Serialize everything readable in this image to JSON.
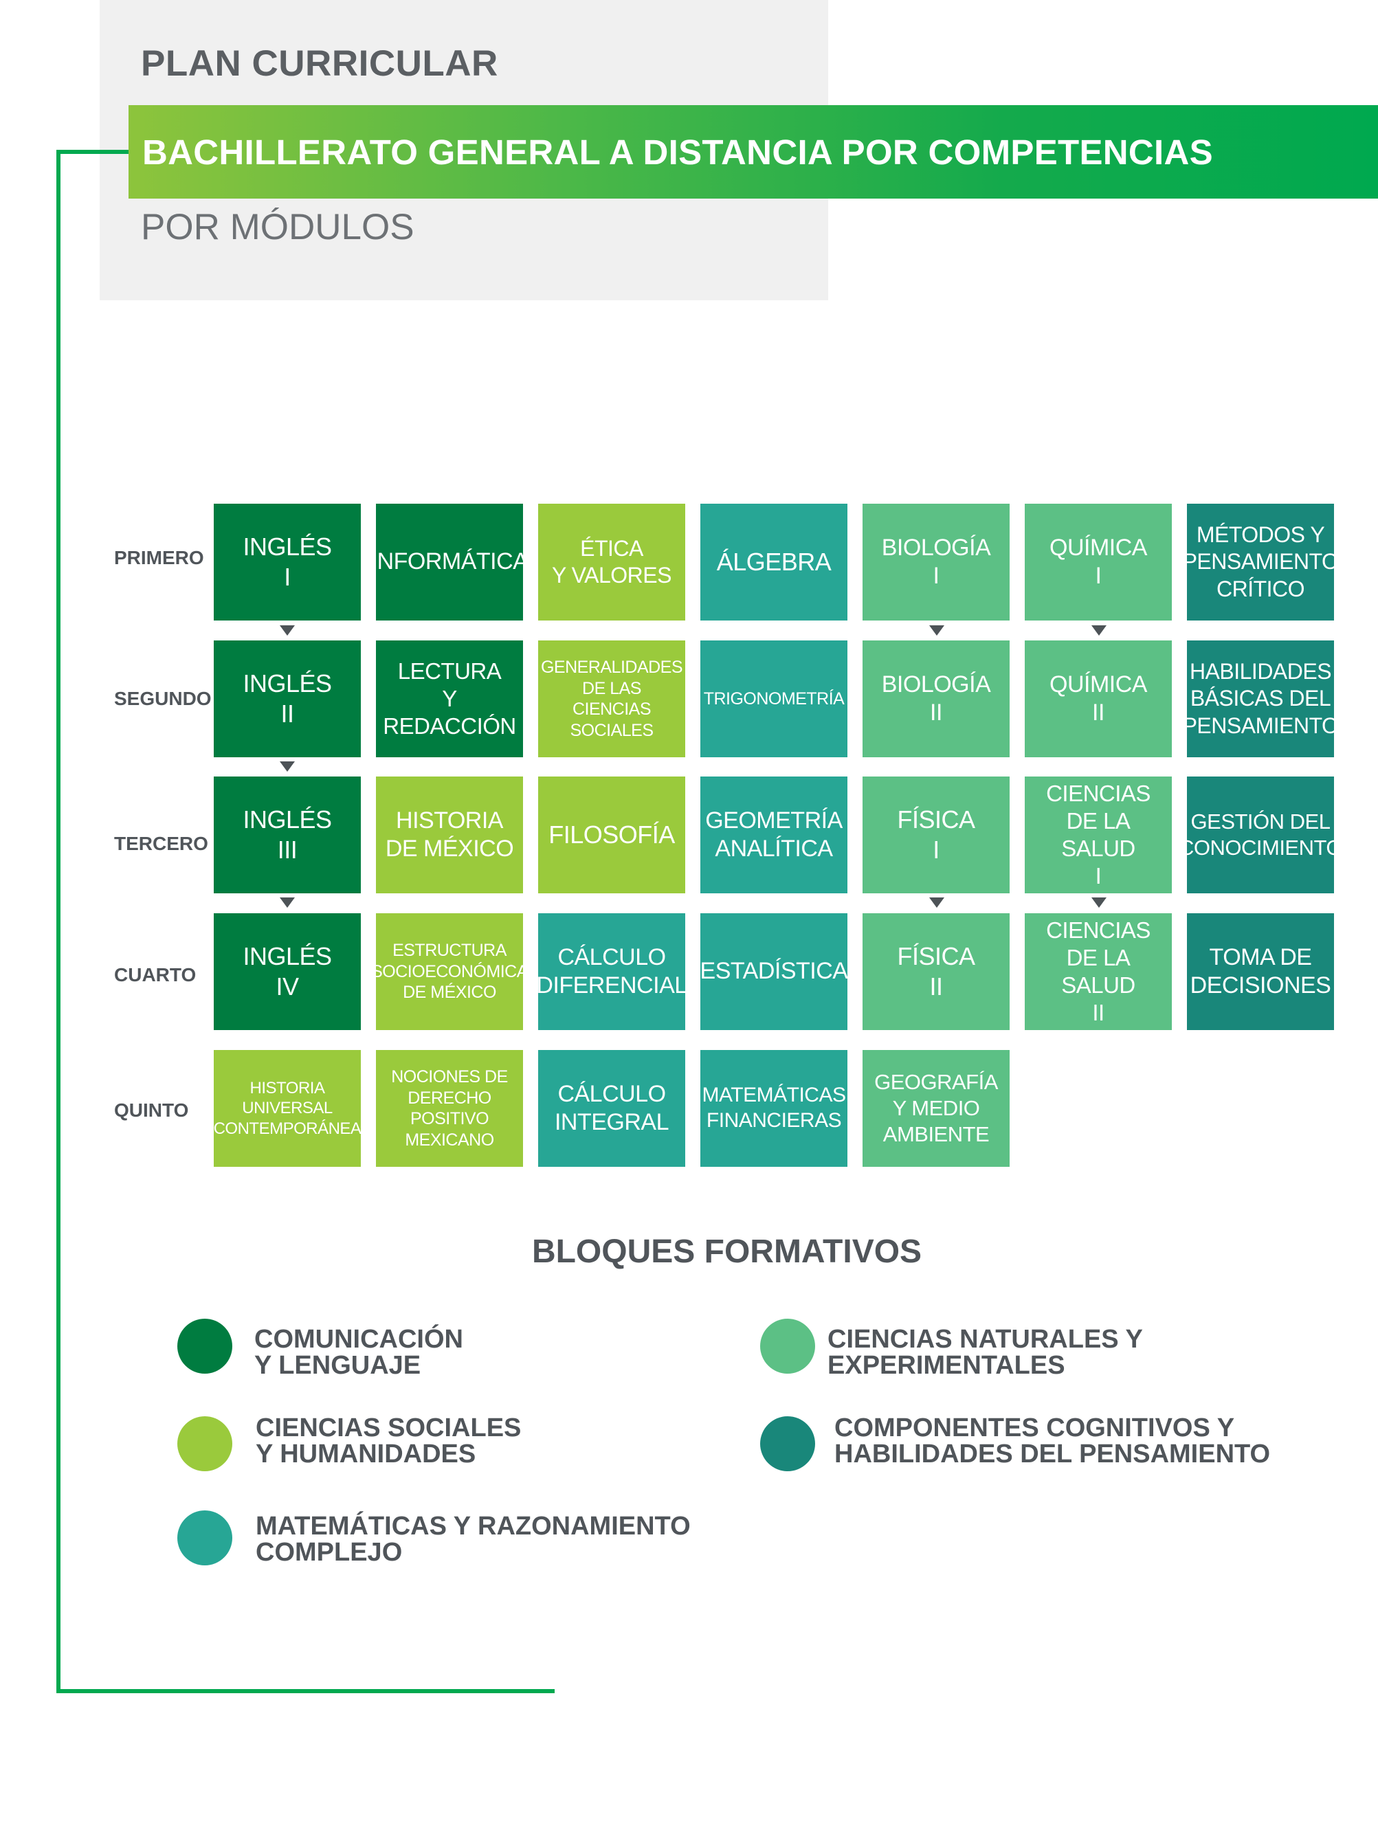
{
  "header": {
    "title": "PLAN CURRICULAR",
    "band_text": "BACHILLERATO GENERAL A DISTANCIA POR COMPETENCIAS",
    "subtitle": "POR MÓDULOS"
  },
  "rows": [
    "PRIMERO",
    "SEGUNDO",
    "TERCERO",
    "CUARTO",
    "QUINTO"
  ],
  "colors": {
    "comunicacion": "#007c40",
    "sociales": "#9aca3c",
    "matematicas": "#27a695",
    "naturales": "#5cc085",
    "cognitivos": "#19877a",
    "accent": "#00a94f"
  },
  "tiles": [
    {
      "text": "INGLÉS\nI",
      "block": "comunicacion"
    },
    {
      "text": "INFORMÁTICA",
      "block": "comunicacion"
    },
    {
      "text": "ÉTICA\nY VALORES",
      "block": "sociales"
    },
    {
      "text": "ÁLGEBRA",
      "block": "matematicas"
    },
    {
      "text": "BIOLOGÍA\nI",
      "block": "naturales"
    },
    {
      "text": "QUÍMICA\nI",
      "block": "naturales"
    },
    {
      "text": "MÉTODOS Y\nPENSAMIENTO\nCRÍTICO",
      "block": "cognitivos"
    },
    {
      "text": "INGLÉS\nII",
      "block": "comunicacion"
    },
    {
      "text": "LECTURA\nY REDACCIÓN",
      "block": "comunicacion"
    },
    {
      "text": "GENERALIDADES\nDE LAS\nCIENCIAS\nSOCIALES",
      "block": "sociales"
    },
    {
      "text": "TRIGONOMETRÍA",
      "block": "matematicas"
    },
    {
      "text": "BIOLOGÍA\nII",
      "block": "naturales"
    },
    {
      "text": "QUÍMICA\nII",
      "block": "naturales"
    },
    {
      "text": "HABILIDADES\nBÁSICAS DEL\nPENSAMIENTO",
      "block": "cognitivos"
    },
    {
      "text": "INGLÉS\nIII",
      "block": "comunicacion"
    },
    {
      "text": "HISTORIA\nDE MÉXICO",
      "block": "sociales"
    },
    {
      "text": "FILOSOFÍA",
      "block": "sociales"
    },
    {
      "text": "GEOMETRÍA\nANALÍTICA",
      "block": "matematicas"
    },
    {
      "text": "FÍSICA\nI",
      "block": "naturales"
    },
    {
      "text": "CIENCIAS\nDE LA\nSALUD\nI",
      "block": "naturales"
    },
    {
      "text": "GESTIÓN DEL\nCONOCIMIENTO",
      "block": "cognitivos"
    },
    {
      "text": "INGLÉS\nIV",
      "block": "comunicacion"
    },
    {
      "text": "ESTRUCTURA\nSOCIOECONÓMICA\nDE MÉXICO",
      "block": "sociales"
    },
    {
      "text": "CÁLCULO\nDIFERENCIAL",
      "block": "matematicas"
    },
    {
      "text": "ESTADÍSTICA",
      "block": "matematicas"
    },
    {
      "text": "FÍSICA\nII",
      "block": "naturales"
    },
    {
      "text": "CIENCIAS\nDE LA\nSALUD\nII",
      "block": "naturales"
    },
    {
      "text": "TOMA DE\nDECISIONES",
      "block": "cognitivos"
    },
    {
      "text": "HISTORIA\nUNIVERSAL\nCONTEMPORÁNEA",
      "block": "sociales"
    },
    {
      "text": "NOCIONES DE\nDERECHO\nPOSITIVO\nMEXICANO",
      "block": "sociales"
    },
    {
      "text": "CÁLCULO\nINTEGRAL",
      "block": "matematicas"
    },
    {
      "text": "MATEMÁTICAS\nFINANCIERAS",
      "block": "matematicas"
    },
    {
      "text": "GEOGRAFÍA\nY MEDIO\nAMBIENTE",
      "block": "naturales"
    }
  ],
  "legend": {
    "title": "BLOQUES FORMATIVOS",
    "items": [
      {
        "label": "COMUNICACIÓN\nY LENGUAJE",
        "block": "comunicacion"
      },
      {
        "label": "CIENCIAS SOCIALES\nY HUMANIDADES",
        "block": "sociales"
      },
      {
        "label": "MATEMÁTICAS Y RAZONAMIENTO\nCOMPLEJO",
        "block": "matematicas"
      },
      {
        "label": "CIENCIAS NATURALES Y\nEXPERIMENTALES",
        "block": "naturales"
      },
      {
        "label": "COMPONENTES COGNITIVOS Y\nHABILIDADES DEL PENSAMIENTO",
        "block": "cognitivos"
      }
    ]
  }
}
